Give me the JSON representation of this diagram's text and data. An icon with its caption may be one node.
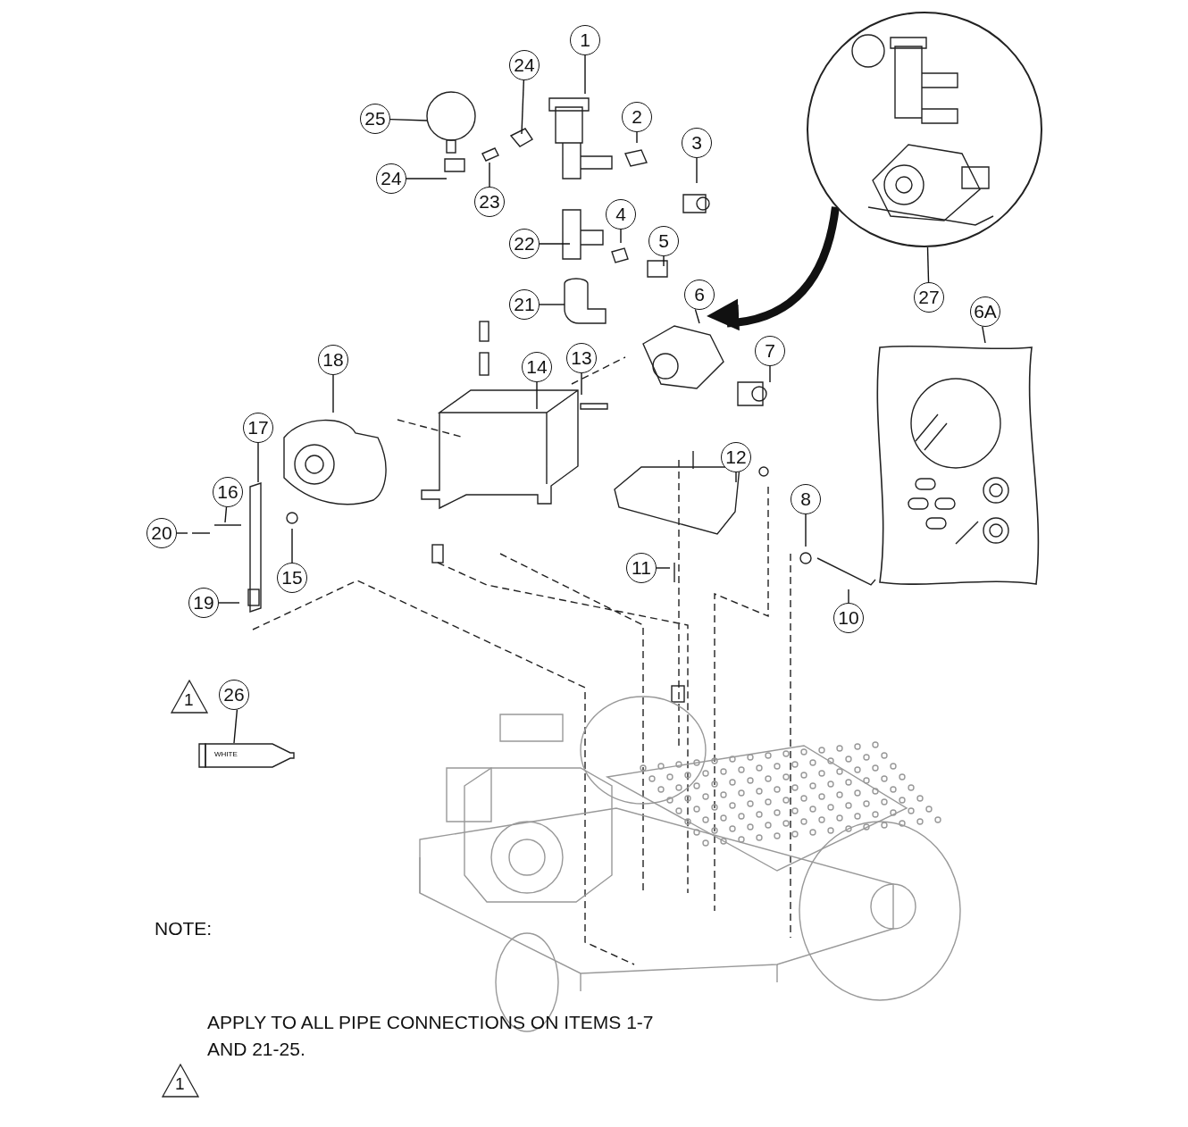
{
  "diagram": {
    "nodes": [
      {
        "text": [
          "1"
        ]
      },
      {
        "text": [
          "24"
        ]
      },
      {
        "text": [
          "25"
        ]
      },
      {
        "text": [
          "2"
        ]
      },
      {
        "text": [
          "3"
        ]
      },
      {
        "text": [
          "24"
        ]
      },
      {
        "text": [
          "23"
        ]
      },
      {
        "text": [
          "22"
        ]
      },
      {
        "text": [
          "4"
        ]
      },
      {
        "text": [
          "5"
        ]
      },
      {
        "text": [
          "21"
        ]
      },
      {
        "text": [
          "6"
        ]
      },
      {
        "text": [
          "27"
        ]
      },
      {
        "text": [
          "6A"
        ]
      },
      {
        "text": [
          "7"
        ]
      },
      {
        "text": [
          "18"
        ]
      },
      {
        "text": [
          "14"
        ]
      },
      {
        "text": [
          "13"
        ]
      },
      {
        "text": [
          "17"
        ]
      },
      {
        "text": [
          "12"
        ]
      },
      {
        "text": [
          "16"
        ]
      },
      {
        "text": [
          "20"
        ]
      },
      {
        "text": [
          "8"
        ]
      },
      {
        "text": [
          "15"
        ]
      },
      {
        "text": [
          "19"
        ]
      },
      {
        "text": [
          "11"
        ]
      },
      {
        "text": [
          "10"
        ]
      },
      {
        "text": [
          "26"
        ]
      },
      {
        "text": [],
        "shape": "picture"
      },
      {
        "text": [],
        "shape": "picture"
      },
      {
        "text": [],
        "shape": "picture"
      },
      {
        "text": [
          "WHITE"
        ]
      }
    ],
    "edges": [
      {
        "from": 0,
        "to": null,
        "arrow": "none"
      },
      {
        "from": 1,
        "to": null,
        "arrow": "none"
      },
      {
        "from": 2,
        "to": null,
        "arrow": "none"
      },
      {
        "from": 3,
        "to": null,
        "arrow": "none"
      },
      {
        "from": 4,
        "to": null,
        "arrow": "none"
      },
      {
        "from": 5,
        "to": null,
        "arrow": "none"
      },
      {
        "from": 6,
        "to": null,
        "arrow": "none"
      },
      {
        "from": 7,
        "to": null,
        "arrow": "none"
      },
      {
        "from": 8,
        "to": null,
        "arrow": "none"
      },
      {
        "from": 9,
        "to": null,
        "arrow": "none"
      },
      {
        "from": 10,
        "to": null,
        "arrow": "none"
      },
      {
        "from": 11,
        "to": 30,
        "arrow": "none"
      },
      {
        "from": 12,
        "to": 28,
        "arrow": "none"
      },
      {
        "from": 13,
        "to": 29,
        "arrow": "none"
      },
      {
        "from": 14,
        "to": null,
        "arrow": "none"
      },
      {
        "from": 15,
        "to": null,
        "arrow": "none"
      },
      {
        "from": 16,
        "to": null,
        "arrow": "none"
      },
      {
        "from": 17,
        "to": null,
        "arrow": "none"
      },
      {
        "from": 18,
        "to": null,
        "arrow": "none"
      },
      {
        "from": 19,
        "to": null,
        "arrow": "none"
      },
      {
        "from": 20,
        "to": null,
        "arrow": "none"
      },
      {
        "from": 21,
        "to": null,
        "arrow": "none"
      },
      {
        "from": 22,
        "to": null,
        "arrow": "none"
      },
      {
        "from": 23,
        "to": null,
        "arrow": "none"
      },
      {
        "from": 24,
        "to": null,
        "arrow": "none"
      },
      {
        "from": 25,
        "to": null,
        "arrow": "none"
      },
      {
        "from": 26,
        "to": null,
        "arrow": "none"
      },
      {
        "from": 27,
        "to": 31,
        "arrow": "none"
      },
      {
        "from": 28,
        "to": 30,
        "arrow": "to",
        "style": "thick"
      }
    ],
    "labels": [
      "1",
      "NOTE:",
      "APPLY TO ALL PIPE CONNECTIONS ON ITEMS 1-7 AND 21-25.",
      "1"
    ]
  }
}
